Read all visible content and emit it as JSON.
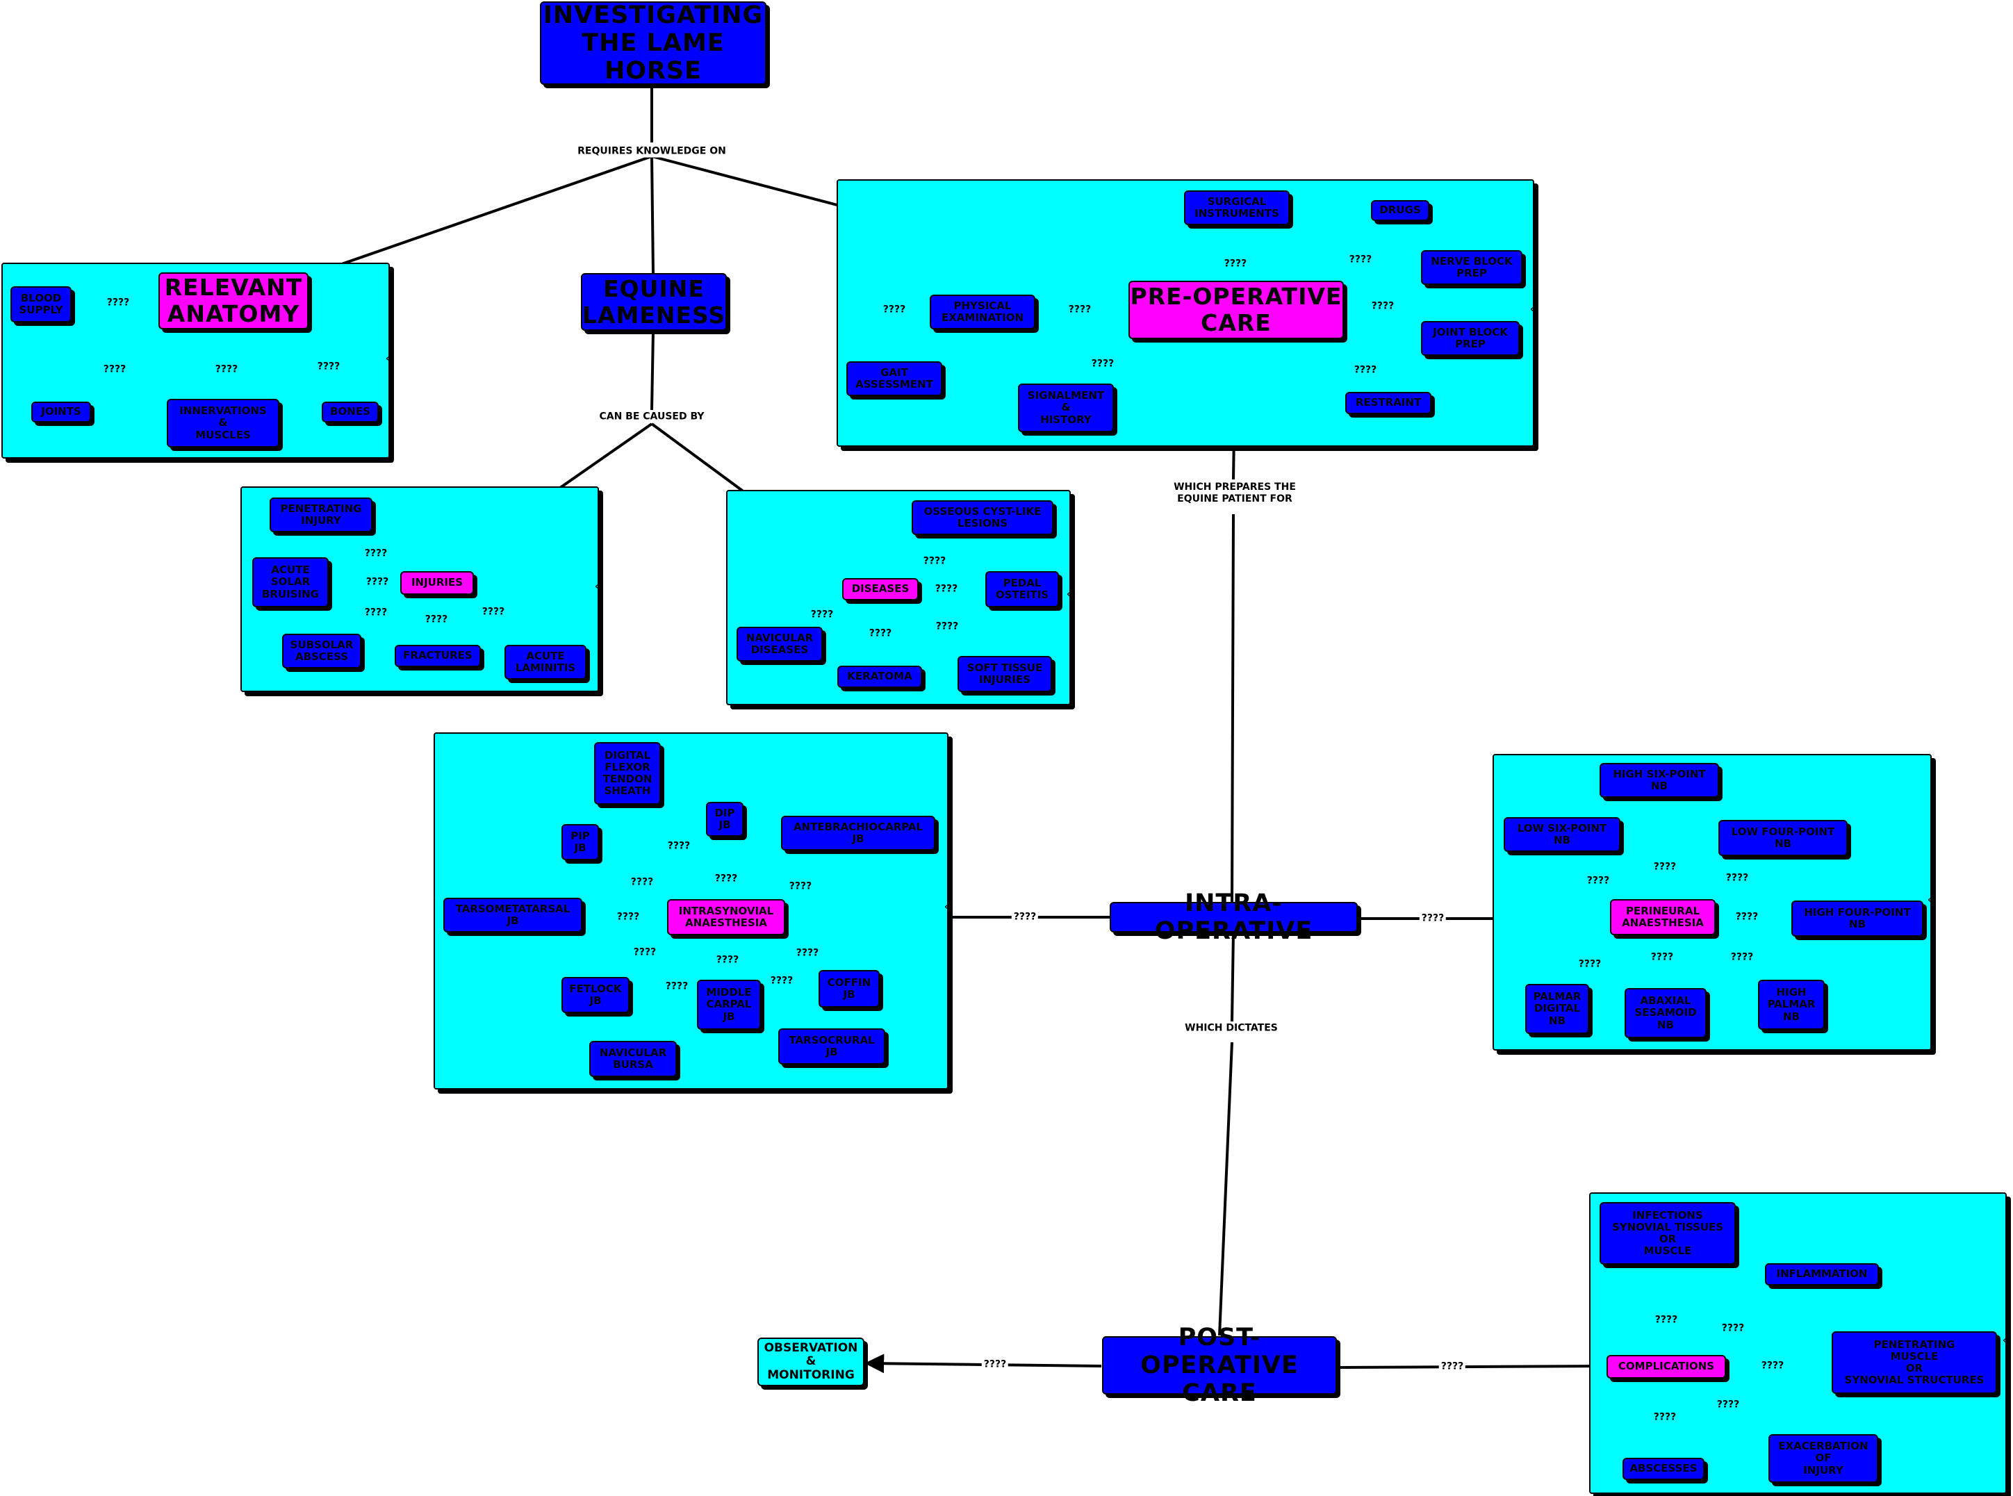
{
  "nodes": {
    "root": "INVESTIGATING\nTHE LAME\nHORSE",
    "anatomy": "RELEVANT\nANATOMY",
    "lameness": "EQUINE\nLAMENESS",
    "preop": "PRE-OPERATIVE\nCARE",
    "intraop": "INTRA-OPERATIVE",
    "postop": "POST-OPERATIVE\nCARE",
    "blood_supply": "BLOOD\nSUPPLY",
    "joints": "JOINTS",
    "innervations": "INNERVATIONS\n&\nMUSCLES",
    "bones": "BONES",
    "injuries": "INJURIES",
    "penetrating_injury": "PENETRATING\nINJURY",
    "acute_solar": "ACUTE\nSOLAR\nBRUISING",
    "subsolar": "SUBSOLAR\nABSCESS",
    "fractures": "FRACTURES",
    "acute_laminitis": "ACUTE\nLAMINITIS",
    "diseases": "DISEASES",
    "osseous": "OSSEOUS CYST-LIKE\nLESIONS",
    "pedal": "PEDAL\nOSTEITIS",
    "navicular_dis": "NAVICULAR\nDISEASES",
    "keratoma": "KERATOMA",
    "soft_tissue": "SOFT TISSUE\nINJURIES",
    "surgical": "SURGICAL\nINSTRUMENTS",
    "drugs": "DRUGS",
    "nerve_block": "NERVE BLOCK\nPREP",
    "joint_block": "JOINT BLOCK\nPREP",
    "restraint": "RESTRAINT",
    "signalment": "SIGNALMENT\n&\nHISTORY",
    "physical": "PHYSICAL\nEXAMINATION",
    "gait": "GAIT\nASSESSMENT",
    "intrasyn": "INTRASYNOVIAL\nANAESTHESIA",
    "digital_flexor": "DIGITAL\nFLEXOR\nTENDON\nSHEATH",
    "dip": "DIP\nJB",
    "pip": "PIP\nJB",
    "antebrachio": "ANTEBRACHIOCARPAL\nJB",
    "tarsometa": "TARSOMETATARSAL\nJB",
    "fetlock": "FETLOCK\nJB",
    "middle_carpal": "MIDDLE\nCARPAL\nJB",
    "coffin": "COFFIN\nJB",
    "tarsocrural": "TARSOCRURAL\nJB",
    "navicular_bursa": "NAVICULAR\nBURSA",
    "perineural": "PERINEURAL\nANAESTHESIA",
    "high_six": "HIGH SIX-POINT\nNB",
    "low_six": "LOW SIX-POINT\nNB",
    "low_four": "LOW FOUR-POINT\nNB",
    "high_four": "HIGH FOUR-POINT\nNB",
    "palmar_digital": "PALMAR\nDIGITAL\nNB",
    "abaxial": "ABAXIAL\nSESAMOID\nNB",
    "high_palmar": "HIGH\nPALMAR\nNB",
    "observation": "OBSERVATION\n&\nMONITORING",
    "complications": "COMPLICATIONS",
    "infections": "INFECTIONS\nSYNOVIAL TISSUES\nOR\nMUSCLE",
    "inflammation": "INFLAMMATION",
    "penetrating_muscle": "PENETRATING\nMUSCLE\nOR\nSYNOVIAL STRUCTURES",
    "abscesses": "ABSCESSES",
    "exacerbation": "EXACERBATION\nOF\nINJURY"
  },
  "links": {
    "requires": "REQUIRES KNOWLEDGE ON",
    "caused_by": "CAN BE CAUSED BY",
    "prepares": "WHICH PREPARES THE\nEQUINE PATIENT FOR",
    "dictates": "WHICH DICTATES",
    "unknown": "????"
  },
  "colors": {
    "panel": "#00ffff",
    "concept": "#0000ff",
    "hub": "#ff00ff"
  },
  "icons": {
    "expand": "double-chevron-left-icon"
  }
}
